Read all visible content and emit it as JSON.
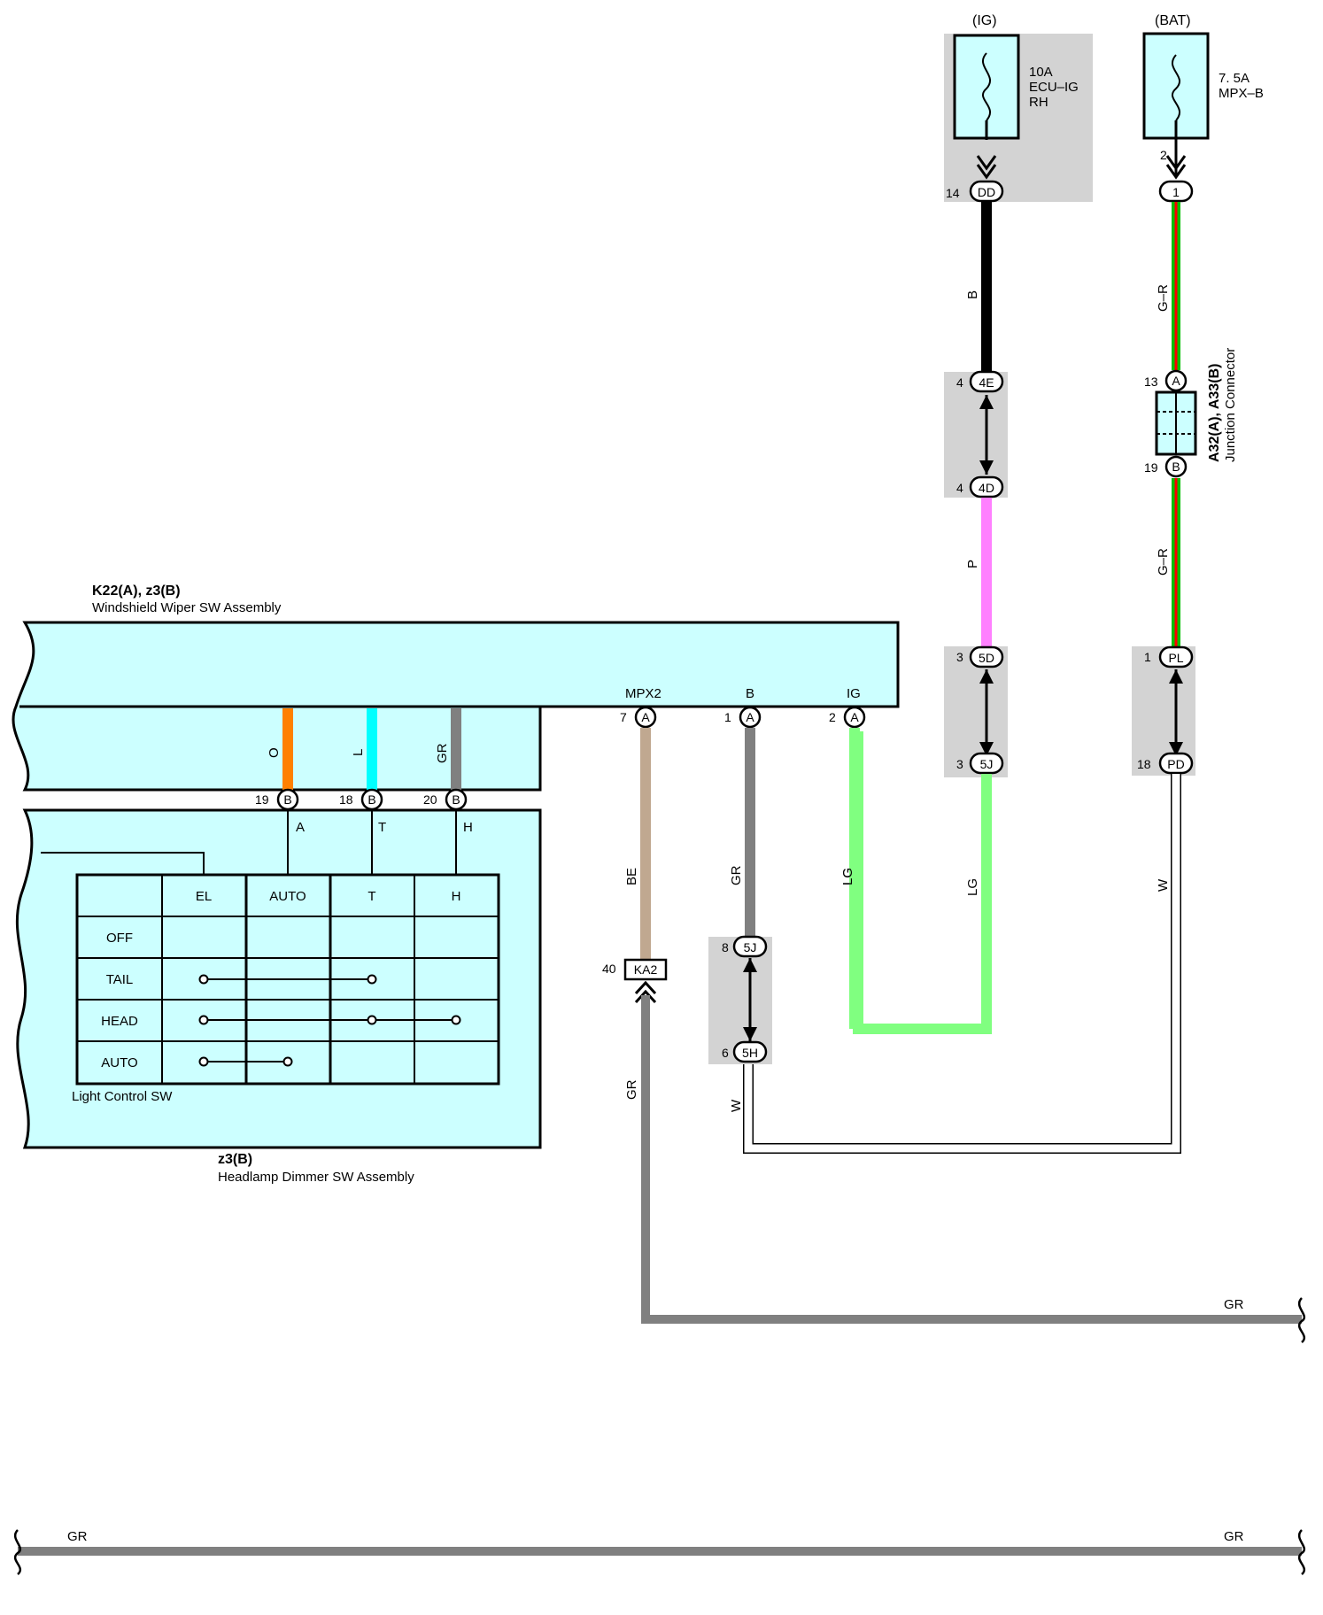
{
  "power": {
    "ig_label": "(IG)",
    "bat_label": "(BAT)",
    "fuse_ig": {
      "amp": "10A",
      "name1": "ECU–IG",
      "name2": "RH"
    },
    "fuse_bat": {
      "amp": "7. 5A",
      "name": "MPX–B"
    }
  },
  "pins": {
    "ig_dd_num": "14",
    "ig_dd": "DD",
    "bat_pin_2": "2",
    "bat_1": "1",
    "c4e_num": "4",
    "c4e": "4E",
    "c4d_num": "4",
    "c4d": "4D",
    "c5d_num": "3",
    "c5d": "5D",
    "c5j_num": "3",
    "c5j": "5J",
    "ja_num": "13",
    "ja": "A",
    "jb_num": "19",
    "jb": "B",
    "pl_num": "1",
    "pl": "PL",
    "pd_num": "18",
    "pd": "PD",
    "mpx2_num": "7",
    "mpx2": "A",
    "b_num": "1",
    "b": "A",
    "ig_num": "2",
    "ig": "A",
    "b19_num": "19",
    "b19": "B",
    "b18_num": "18",
    "b18": "B",
    "b20_num": "20",
    "b20": "B",
    "ka2_num": "40",
    "ka2": "KA2",
    "s5j_num": "8",
    "s5j": "5J",
    "s5h_num": "6",
    "s5h": "5H"
  },
  "wires": {
    "b": "B",
    "p": "P",
    "gr1": "G–R",
    "gr2": "G–R",
    "lg1": "LG",
    "lg2": "LG",
    "w1": "W",
    "w2": "W",
    "be": "BE",
    "gr_b": "GR",
    "gr_ka": "GR",
    "gr_right1": "GR",
    "gr_left2": "GR",
    "gr_right2": "GR",
    "o": "O",
    "l": "L",
    "gr_sw": "GR"
  },
  "junction": {
    "title": "A32(A), A33(B)",
    "name": "Junction Connector"
  },
  "wiper": {
    "title": "K22(A), z3(B)",
    "name": "Windshield Wiper SW Assembly",
    "term_mpx2": "MPX2",
    "term_b": "B",
    "term_ig": "IG"
  },
  "dimmer": {
    "title": "z3(B)",
    "name": "Headlamp Dimmer SW Assembly",
    "sub": "Light Control SW",
    "term_a": "A",
    "term_t": "T",
    "term_h": "H",
    "table": {
      "headers": [
        "EL",
        "AUTO",
        "T",
        "H"
      ],
      "rows": [
        "OFF",
        "TAIL",
        "HEAD",
        "AUTO"
      ]
    }
  },
  "colors": {
    "panel": "#ccffff",
    "gray_box": "#d3d3d3",
    "wire_gr": "#808080",
    "wire_lg": "#80ff80",
    "wire_p": "#ff80ff",
    "wire_o": "#ff8000",
    "wire_l": "#00ffff",
    "wire_be": "#c0a890",
    "wire_green": "#00c000",
    "wire_red": "#ff0000"
  }
}
